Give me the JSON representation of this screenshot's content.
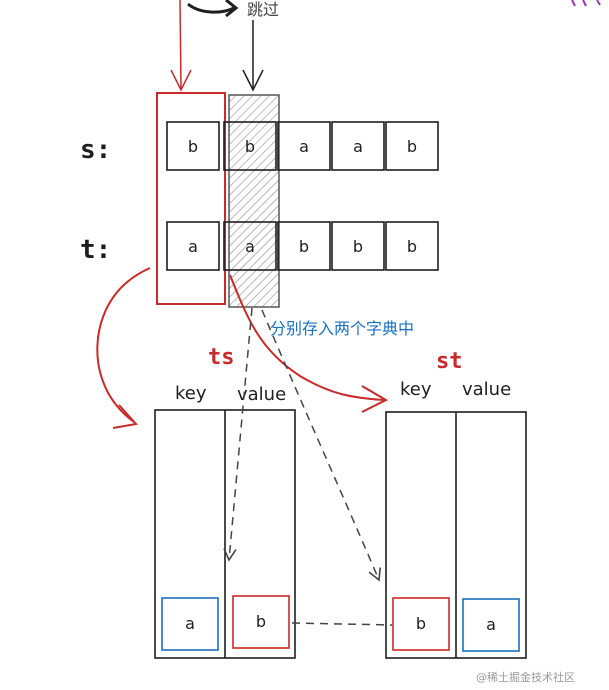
{
  "diagram": {
    "top_note": "跳过",
    "row_s": {
      "label": "s:",
      "cells": [
        "b",
        "b",
        "a",
        "a",
        "b"
      ]
    },
    "row_t": {
      "label": "t:",
      "cells": [
        "a",
        "a",
        "b",
        "b",
        "b"
      ]
    },
    "split_note": "分别存入两个字典中",
    "dict_ts": {
      "title": "ts",
      "key_header": "key",
      "value_header": "value",
      "key_entry": "a",
      "value_entry": "b"
    },
    "dict_st": {
      "title": "st",
      "key_header": "key",
      "value_header": "value",
      "key_entry": "b",
      "value_entry": "a"
    },
    "watermark": "@稀土掘金技术社区"
  },
  "colors": {
    "ink": "#1e1e1e",
    "red": "#c92a2a",
    "blue": "#1971c2",
    "hatch": "#9a9a9a",
    "purple": "#9c36b5"
  }
}
